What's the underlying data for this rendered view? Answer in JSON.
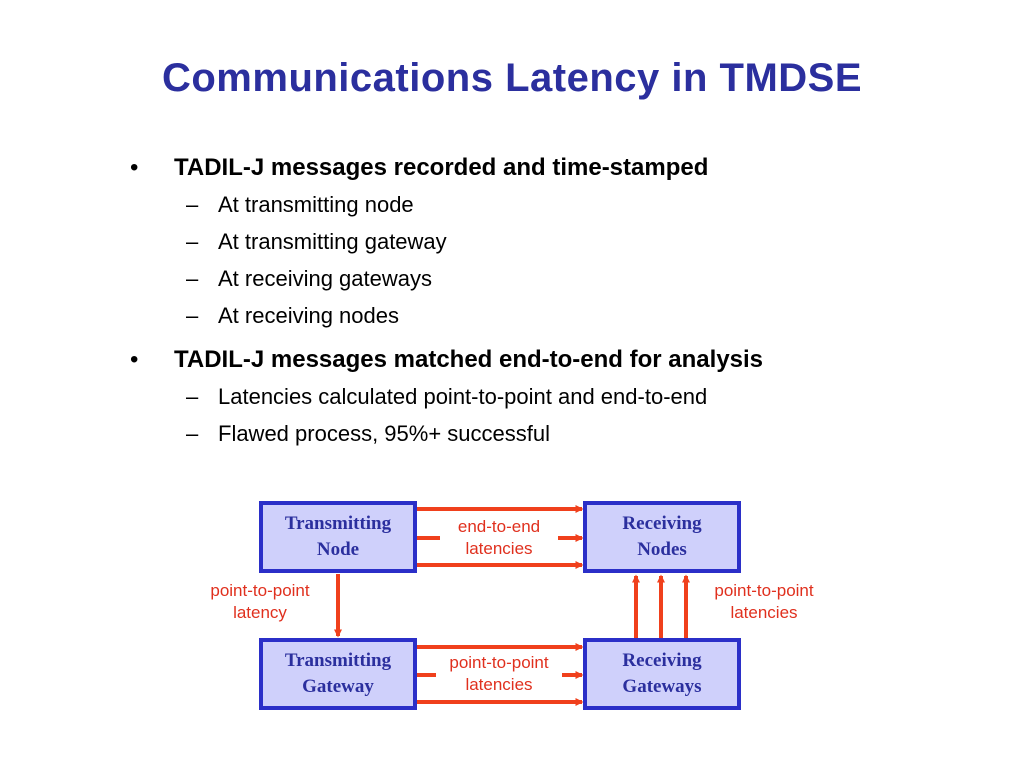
{
  "slide": {
    "title": "Communications Latency in TMDSE",
    "bullets": [
      {
        "text": "TADIL-J messages recorded and time-stamped",
        "subs": [
          "At transmitting node",
          "At transmitting gateway",
          "At receiving gateways",
          "At receiving nodes"
        ]
      },
      {
        "text": "TADIL-J messages matched end-to-end for analysis",
        "subs": [
          "Latencies calculated point-to-point and end-to-end",
          "Flawed process, 95%+ successful"
        ]
      }
    ],
    "bullet_glyph": "•",
    "dash_glyph": "–"
  },
  "diagram": {
    "boxes": {
      "tx_node": [
        "Transmitting",
        "Node"
      ],
      "rx_nodes": [
        "Receiving",
        "Nodes"
      ],
      "tx_gateway": [
        "Transmitting",
        "Gateway"
      ],
      "rx_gateways": [
        "Receiving",
        "Gateways"
      ]
    },
    "labels": {
      "end_to_end": [
        "end-to-end",
        "latencies"
      ],
      "tx_p2p": [
        "point-to-point",
        "latency"
      ],
      "rx_p2p": [
        "point-to-point",
        "latencies"
      ],
      "gw_p2p": [
        "point-to-point",
        "latencies"
      ]
    },
    "colors": {
      "box_fill": "#cfd0fb",
      "box_border": "#2b2fc8",
      "box_text": "#2b2f9e",
      "arrow": "#f0401c",
      "label_text": "#e0301e",
      "title": "#2b2f9e"
    }
  }
}
